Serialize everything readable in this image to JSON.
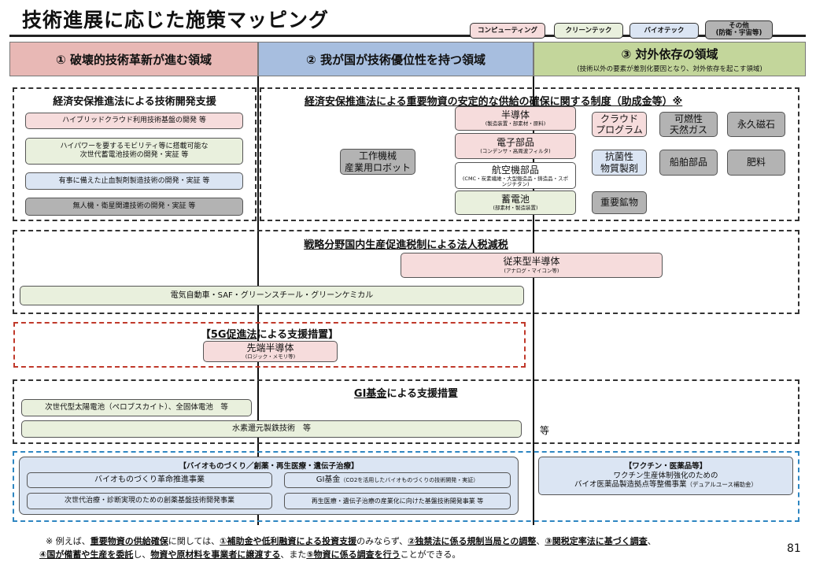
{
  "title": "技術進展に応じた施策マッピング",
  "legend": {
    "computing": "コンピューティング",
    "cleantech": "クリーンテック",
    "biotech": "バイオテック",
    "other_line1": "その他",
    "other_line2": "(防衛・宇宙等)"
  },
  "headers": {
    "col1": "① 破壊的技術革新が進む領域",
    "col2": "② 我が国が技術優位性を持つ領域",
    "col3": "③ 対外依存の領域",
    "col3_sub": "(技術以外の要素が差別化要因となり、対外依存を起こす領域)"
  },
  "section1": {
    "title": "経済安保推進法による技術開発支援",
    "items": [
      "ハイブリッドクラウド利用技術基盤の開発 等",
      "ハイパワーを要するモビリティ等に搭載可能な",
      "次世代蓄電池技術の開発・実証 等",
      "有事に備えた止血製剤製造技術の開発・実証 等",
      "無人機・衛星関連技術の開発・実証 等"
    ]
  },
  "section2": {
    "title_u": "経済安保推進法",
    "title_rest": "による重要物資の安定的な供給の確保に関する制度（助成金等）※",
    "machine_tools_1": "工作機械",
    "machine_tools_2": "産業用ロボット",
    "semiconductor": "半導体",
    "semiconductor_sub": "(製造装置・部素材・原料)",
    "electronic": "電子部品",
    "electronic_sub": "(コンデンサ・高周波フィルタ)",
    "aircraft": "航空機部品",
    "aircraft_sub": "(CMC・炭素繊維・大型鍛造品・鋳造品・スポンジチタン)",
    "battery": "蓄電池",
    "battery_sub": "(部素材・製造装置)",
    "cloud_1": "クラウド",
    "cloud_2": "プログラム",
    "antibacterial_1": "抗菌性",
    "antibacterial_2": "物質製剤",
    "minerals": "重要鉱物",
    "gas_1": "可燃性",
    "gas_2": "天然ガス",
    "magnet": "永久磁石",
    "ship": "船舶部品",
    "fertilizer": "肥料"
  },
  "section3": {
    "title": "戦略分野国内生産促進税制による法人税減税",
    "legacy": "従来型半導体",
    "legacy_sub": "(アナログ・マイコン等)",
    "ev": "電気自動車・SAF・グリーンスチール・グリーンケミカル"
  },
  "section4": {
    "title_pre": "【",
    "title_u": "5G促進法",
    "title_post": "による支援措置】",
    "advanced": "先端半導体",
    "advanced_sub": "(ロジック・メモリ等)"
  },
  "section5": {
    "title_u": "GI基金",
    "title_post": "による支援措置",
    "solar": "次世代型太陽電池（ペロブスカイト）、全固体電池　等",
    "hydrogen": "水素還元製鉄技術　等",
    "etc": "等"
  },
  "section6": {
    "bio_title": "【バイオものづくり／創薬・再生医療・遺伝子治療】",
    "bio1": "バイオものづくり革命推進事業",
    "gi_main": "GI基金",
    "gi_sub": "（CO2を活用したバイオものづくりの技術開発・実証）",
    "drug": "次世代治療・診断実現のための創薬基盤技術開発事業",
    "regen": "再生医療・遺伝子治療の産業化に向けた基盤技術開発事業 等",
    "vaccine_title": "【ワクチン・医薬品等】",
    "vaccine1": "ワクチン生産体制強化のための",
    "vaccine2_main": "バイオ医薬品製造拠点等整備事業",
    "vaccine2_sub": "（デュアルユース補助金）"
  },
  "footnote": {
    "l1_a": "※ 例えば、",
    "l1_b": "重要物資の供給確保",
    "l1_c": "に関しては、",
    "l1_d": "①補助金や低利融資による投資支援",
    "l1_e": "のみならず、",
    "l1_f": "②独禁法に係る規制当局との調整",
    "l1_g": "、",
    "l1_h": "③関税定率法に基づく調査",
    "l1_i": "、",
    "l2_a": "④国が備蓄や生産を委託",
    "l2_b": "し、",
    "l2_c": "物資や原材料を事業者に譲渡する",
    "l2_d": "、また",
    "l2_e": "⑤物資に係る調査を行う",
    "l2_f": "ことができる。"
  },
  "page_number": "81",
  "colors": {
    "pink": "#f6dcdc",
    "green": "#e9f0dd",
    "blue": "#dbe5f3",
    "grey": "#b3b3b3",
    "header1": "#e8b8b5",
    "header2": "#a7bedf",
    "header3": "#c3d69b"
  }
}
